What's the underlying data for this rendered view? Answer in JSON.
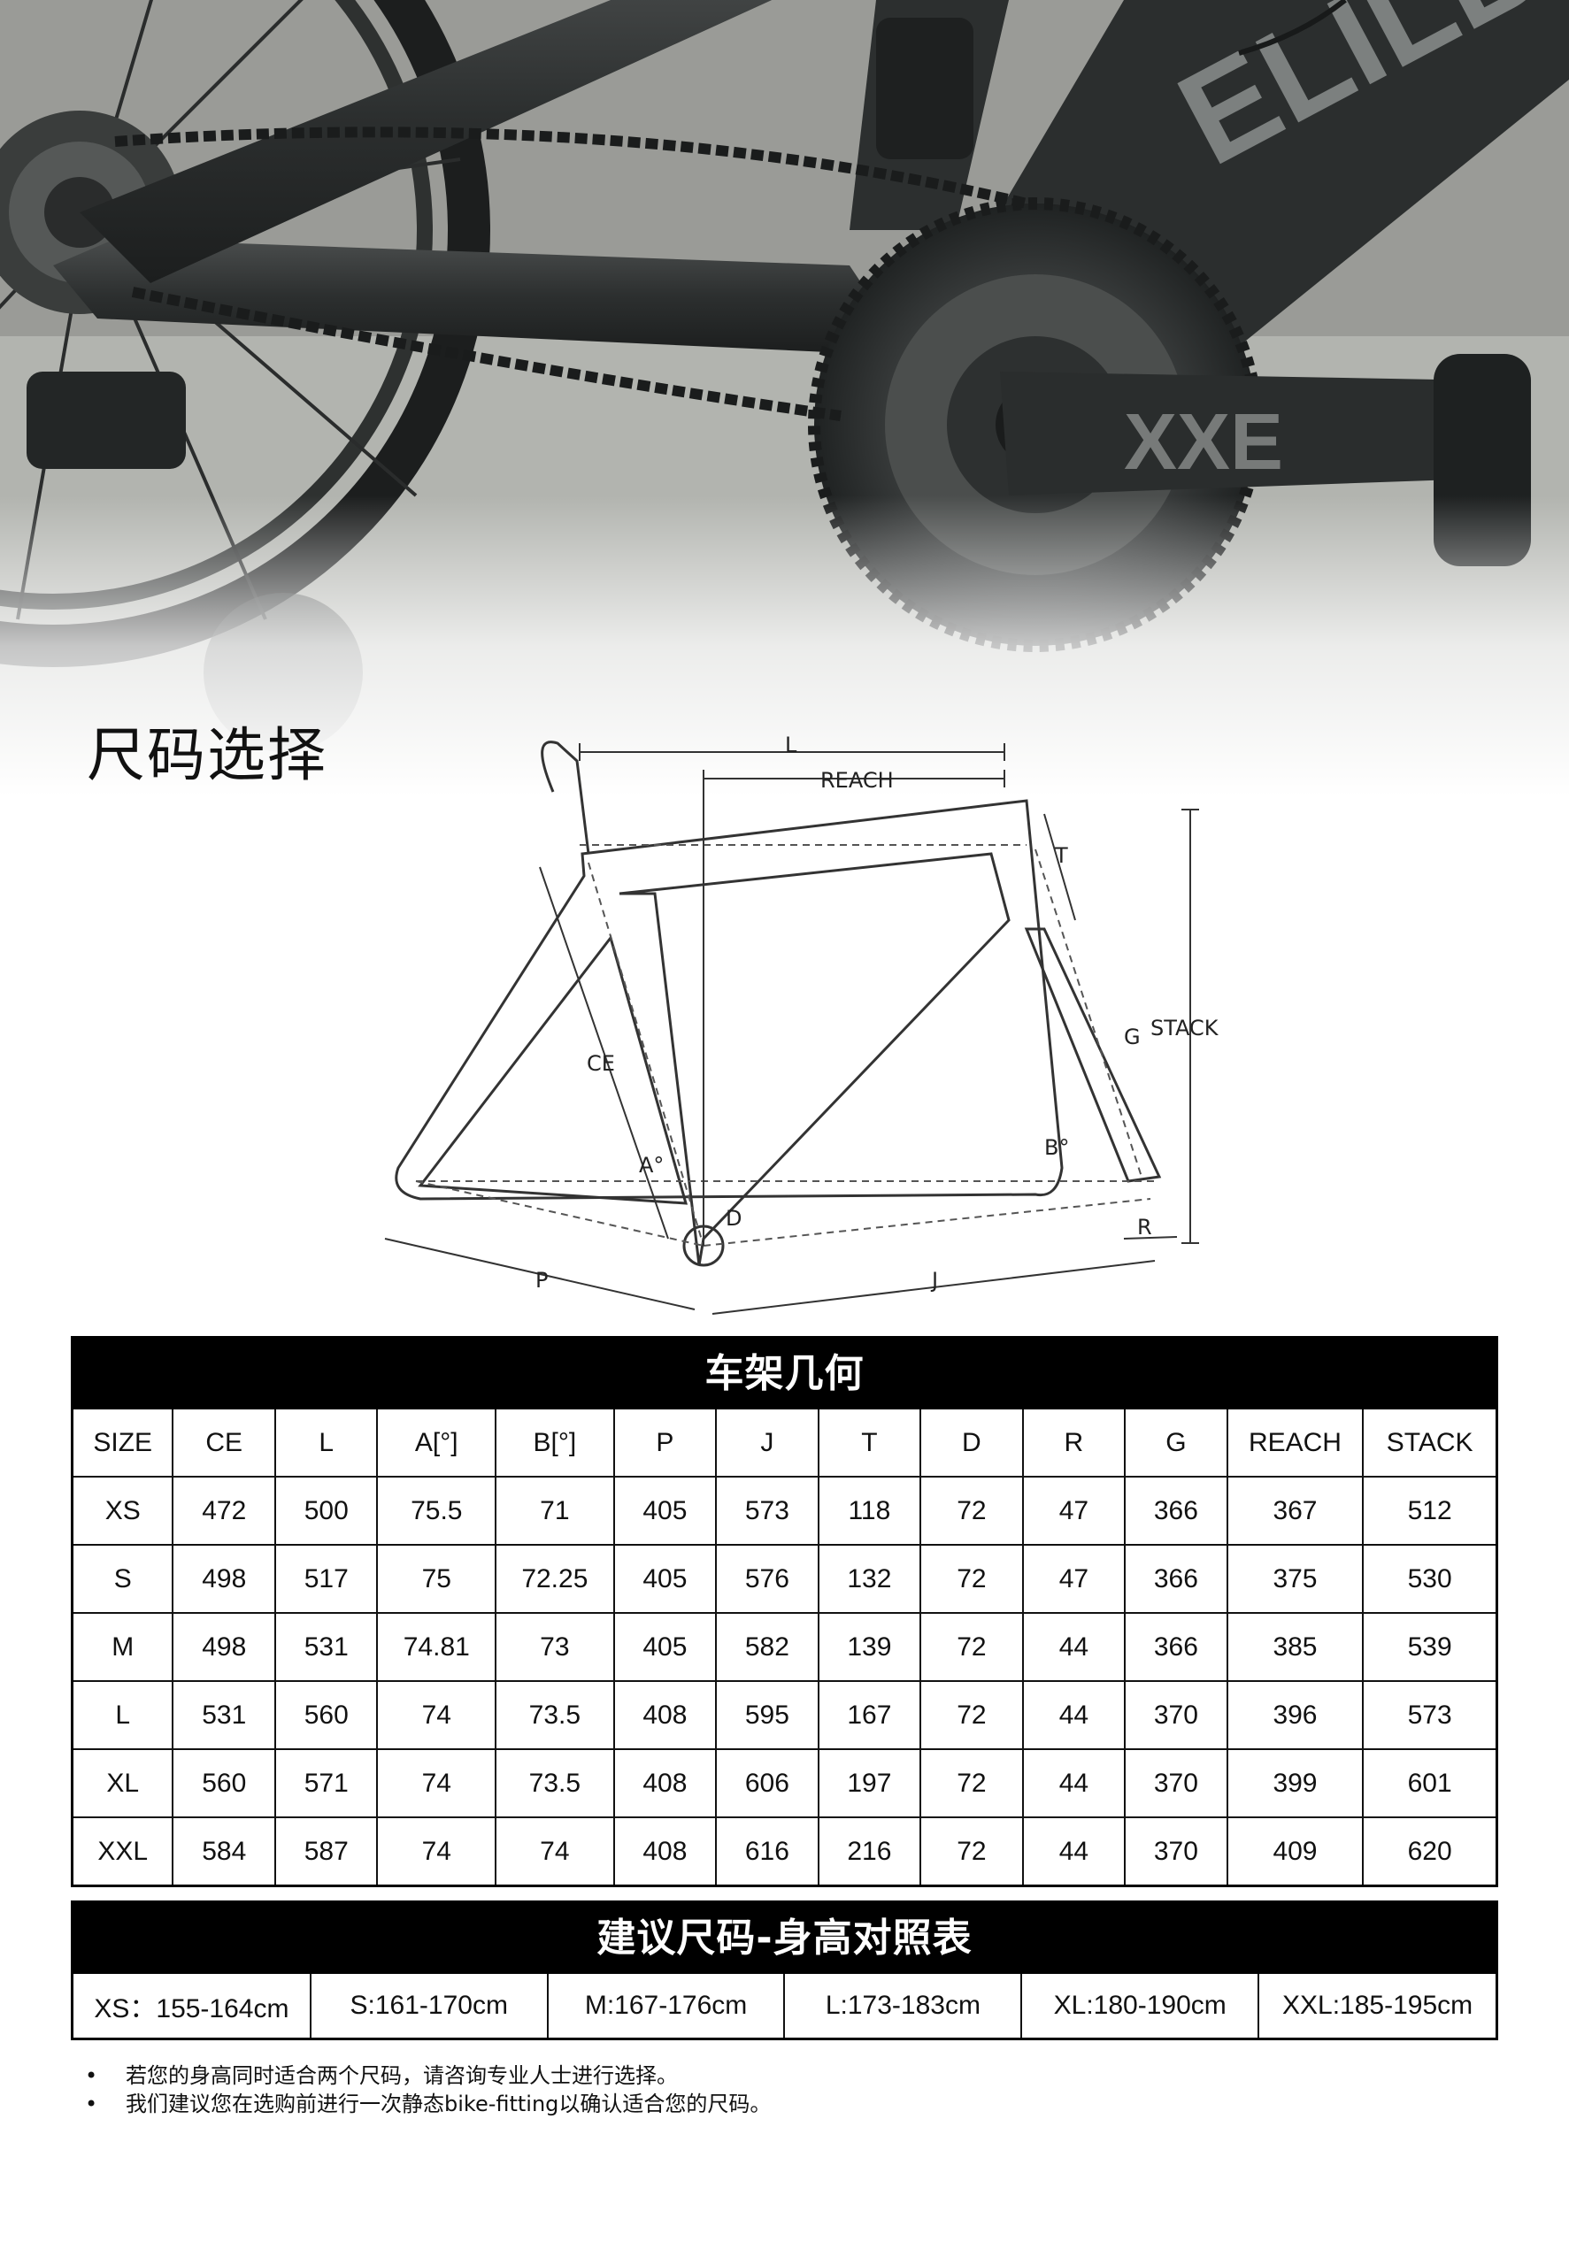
{
  "page": {
    "title": "尺码选择"
  },
  "photo": {
    "frame_logo": "ELILBE",
    "crank_logo": "XXE"
  },
  "diagram": {
    "labels": {
      "L": "L",
      "REACH": "REACH",
      "T": "T",
      "STACK": "STACK",
      "G": "G",
      "CE": "CE",
      "A": "A°",
      "B": "B°",
      "D": "D",
      "R": "R",
      "P": "P",
      "J": "J"
    }
  },
  "geometry": {
    "title": "车架几何",
    "columns": [
      "SIZE",
      "CE",
      "L",
      "A[°]",
      "B[°]",
      "P",
      "J",
      "T",
      "D",
      "R",
      "G",
      "REACH",
      "STACK"
    ],
    "rows": [
      [
        "XS",
        "472",
        "500",
        "75.5",
        "71",
        "405",
        "573",
        "118",
        "72",
        "47",
        "366",
        "367",
        "512"
      ],
      [
        "S",
        "498",
        "517",
        "75",
        "72.25",
        "405",
        "576",
        "132",
        "72",
        "47",
        "366",
        "375",
        "530"
      ],
      [
        "M",
        "498",
        "531",
        "74.81",
        "73",
        "405",
        "582",
        "139",
        "72",
        "44",
        "366",
        "385",
        "539"
      ],
      [
        "L",
        "531",
        "560",
        "74",
        "73.5",
        "408",
        "595",
        "167",
        "72",
        "44",
        "370",
        "396",
        "573"
      ],
      [
        "XL",
        "560",
        "571",
        "74",
        "73.5",
        "408",
        "606",
        "197",
        "72",
        "44",
        "370",
        "399",
        "601"
      ],
      [
        "XXL",
        "584",
        "587",
        "74",
        "74",
        "408",
        "616",
        "216",
        "72",
        "44",
        "370",
        "409",
        "620"
      ]
    ]
  },
  "size_chart": {
    "title": "建议尺码-身高对照表",
    "cells": [
      "XS：155-164cm",
      "S:161-170cm",
      "M:167-176cm",
      "L:173-183cm",
      "XL:180-190cm",
      "XXL:185-195cm"
    ]
  },
  "notes": [
    "若您的身高同时适合两个尺码，请咨询专业人士进行选择。",
    "我们建议您在选购前进行一次静态bike-fitting以确认适合您的尺码。"
  ],
  "bullet": "•",
  "colors": {
    "header_bg": "#000000",
    "header_text": "#ffffff",
    "border": "#111111"
  }
}
